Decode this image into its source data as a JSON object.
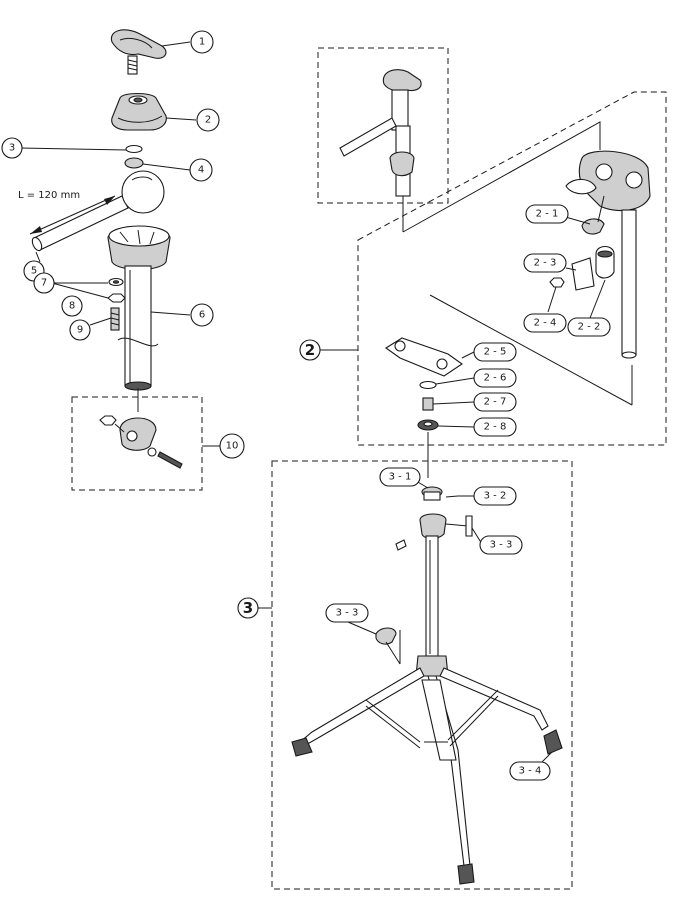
{
  "dimension_label": "L = 120 mm",
  "callouts_left": [
    {
      "id": "c1",
      "text": "1"
    },
    {
      "id": "c2",
      "text": "2"
    },
    {
      "id": "c3",
      "text": "3"
    },
    {
      "id": "c4",
      "text": "4"
    },
    {
      "id": "c5",
      "text": "5"
    },
    {
      "id": "c6",
      "text": "6"
    },
    {
      "id": "c7",
      "text": "7"
    },
    {
      "id": "c8",
      "text": "8"
    },
    {
      "id": "c9",
      "text": "9"
    },
    {
      "id": "c10",
      "text": "10"
    }
  ],
  "assembly_labels": {
    "a2": "2",
    "a3": "3"
  },
  "callouts_right": {
    "c2_1": "2 - 1",
    "c2_2": "2 - 2",
    "c2_3": "2 - 3",
    "c2_4": "2 - 4",
    "c2_5": "2 - 5",
    "c2_6": "2 - 6",
    "c2_7": "2 - 7",
    "c2_8": "2 - 8",
    "c3_1": "3 - 1",
    "c3_2": "3 - 2",
    "c3_3a": "3 - 3",
    "c3_3b": "3 - 3",
    "c3_4": "3 - 4"
  }
}
